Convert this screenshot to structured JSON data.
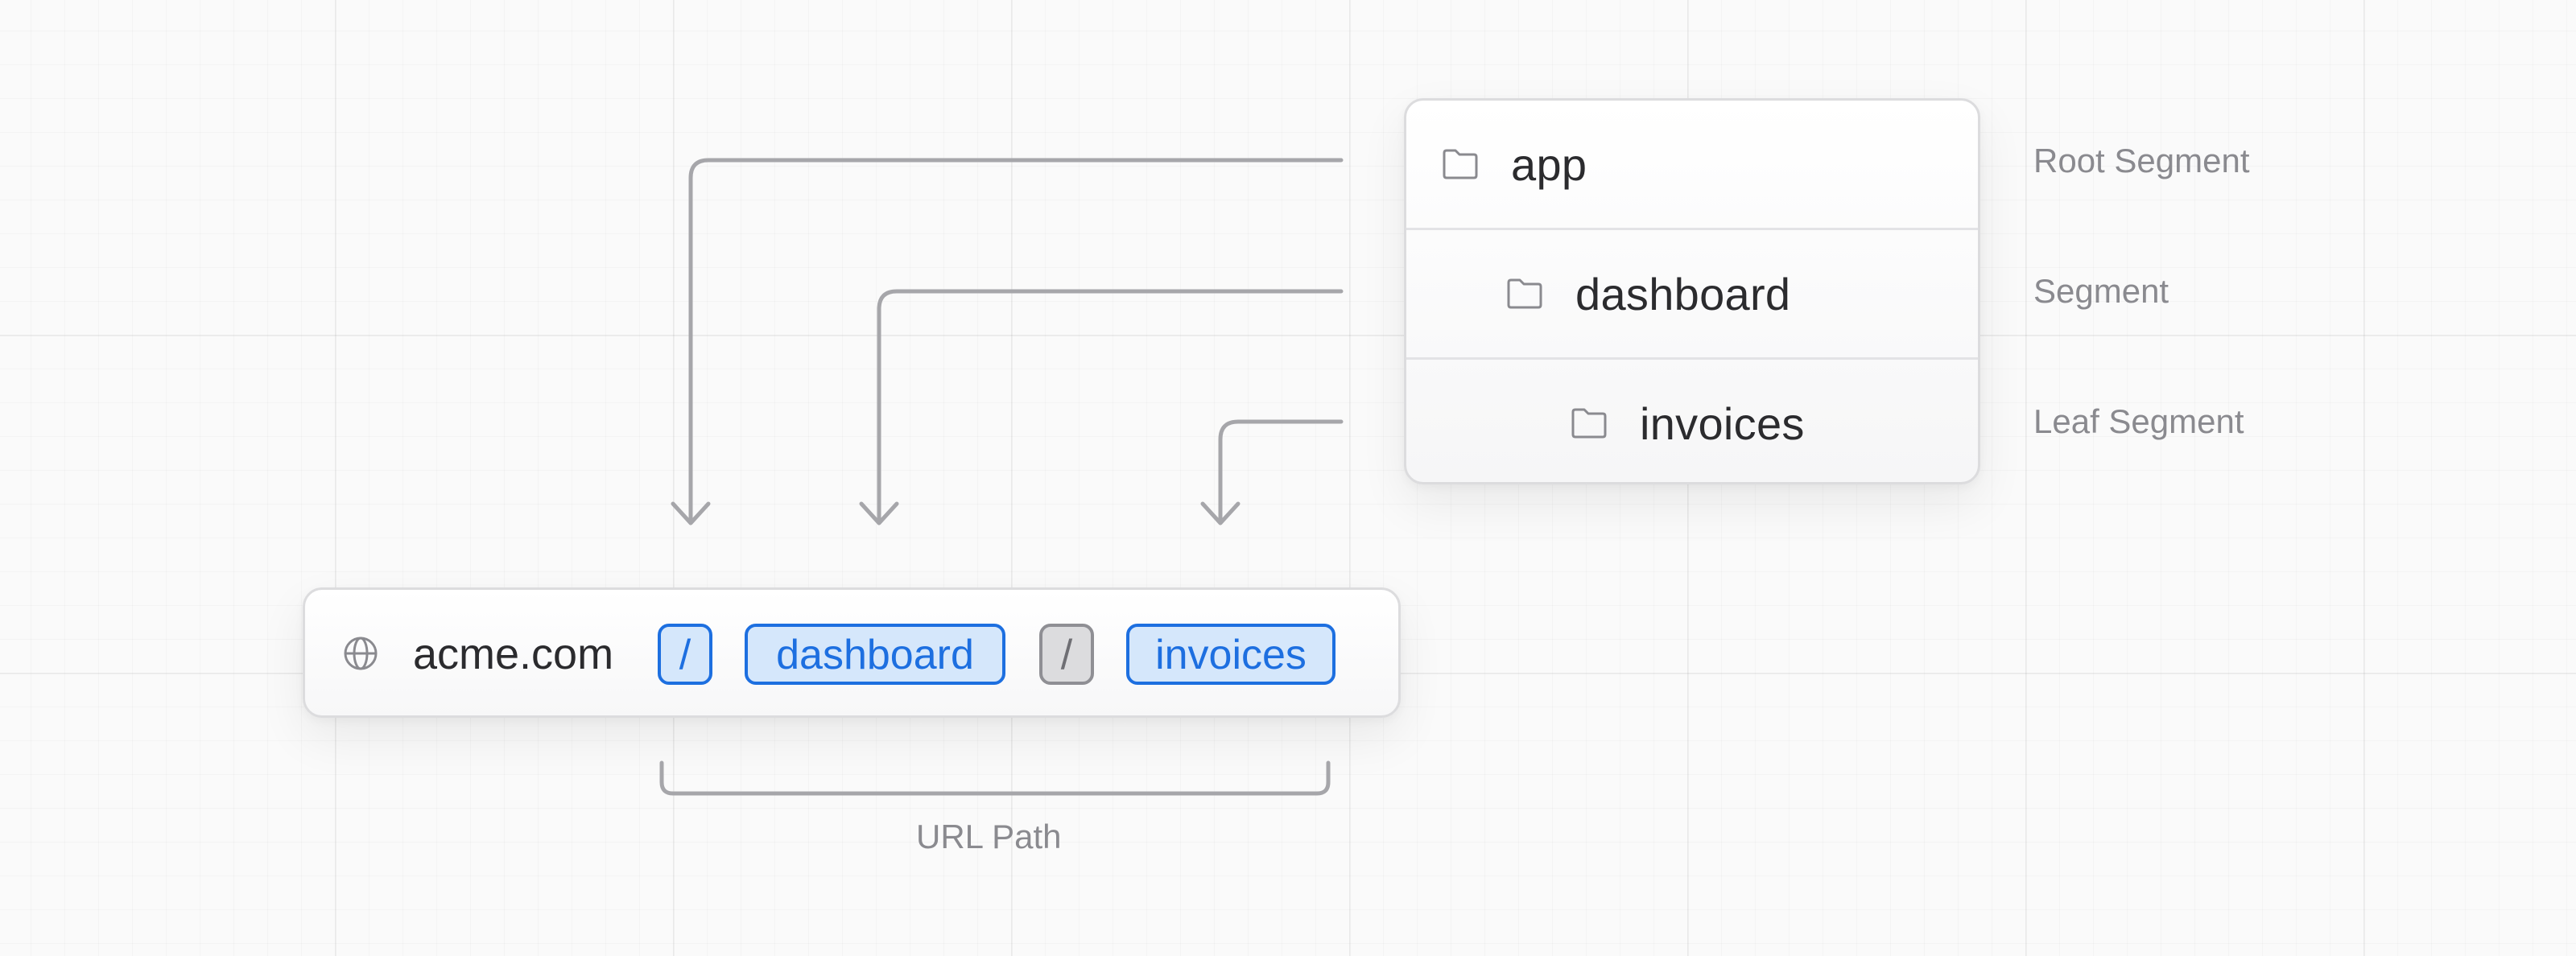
{
  "tree": {
    "rows": [
      {
        "name": "app",
        "segment_label": "Root Segment"
      },
      {
        "name": "dashboard",
        "segment_label": "Segment"
      },
      {
        "name": "invoices",
        "segment_label": "Leaf Segment"
      }
    ],
    "icon": "folder-icon"
  },
  "url_bar": {
    "icon": "globe-icon",
    "domain": "acme.com",
    "parts": [
      {
        "text": "/",
        "style": "blue"
      },
      {
        "text": "dashboard",
        "style": "blue"
      },
      {
        "text": "/",
        "style": "gray"
      },
      {
        "text": "invoices",
        "style": "blue"
      }
    ]
  },
  "url_path_label": "URL Path",
  "colors": {
    "accent": "#1d6fe0",
    "accent_fill": "#d5e7fb",
    "connector": "#a6a6aa",
    "muted_text": "#8a8a8f"
  }
}
